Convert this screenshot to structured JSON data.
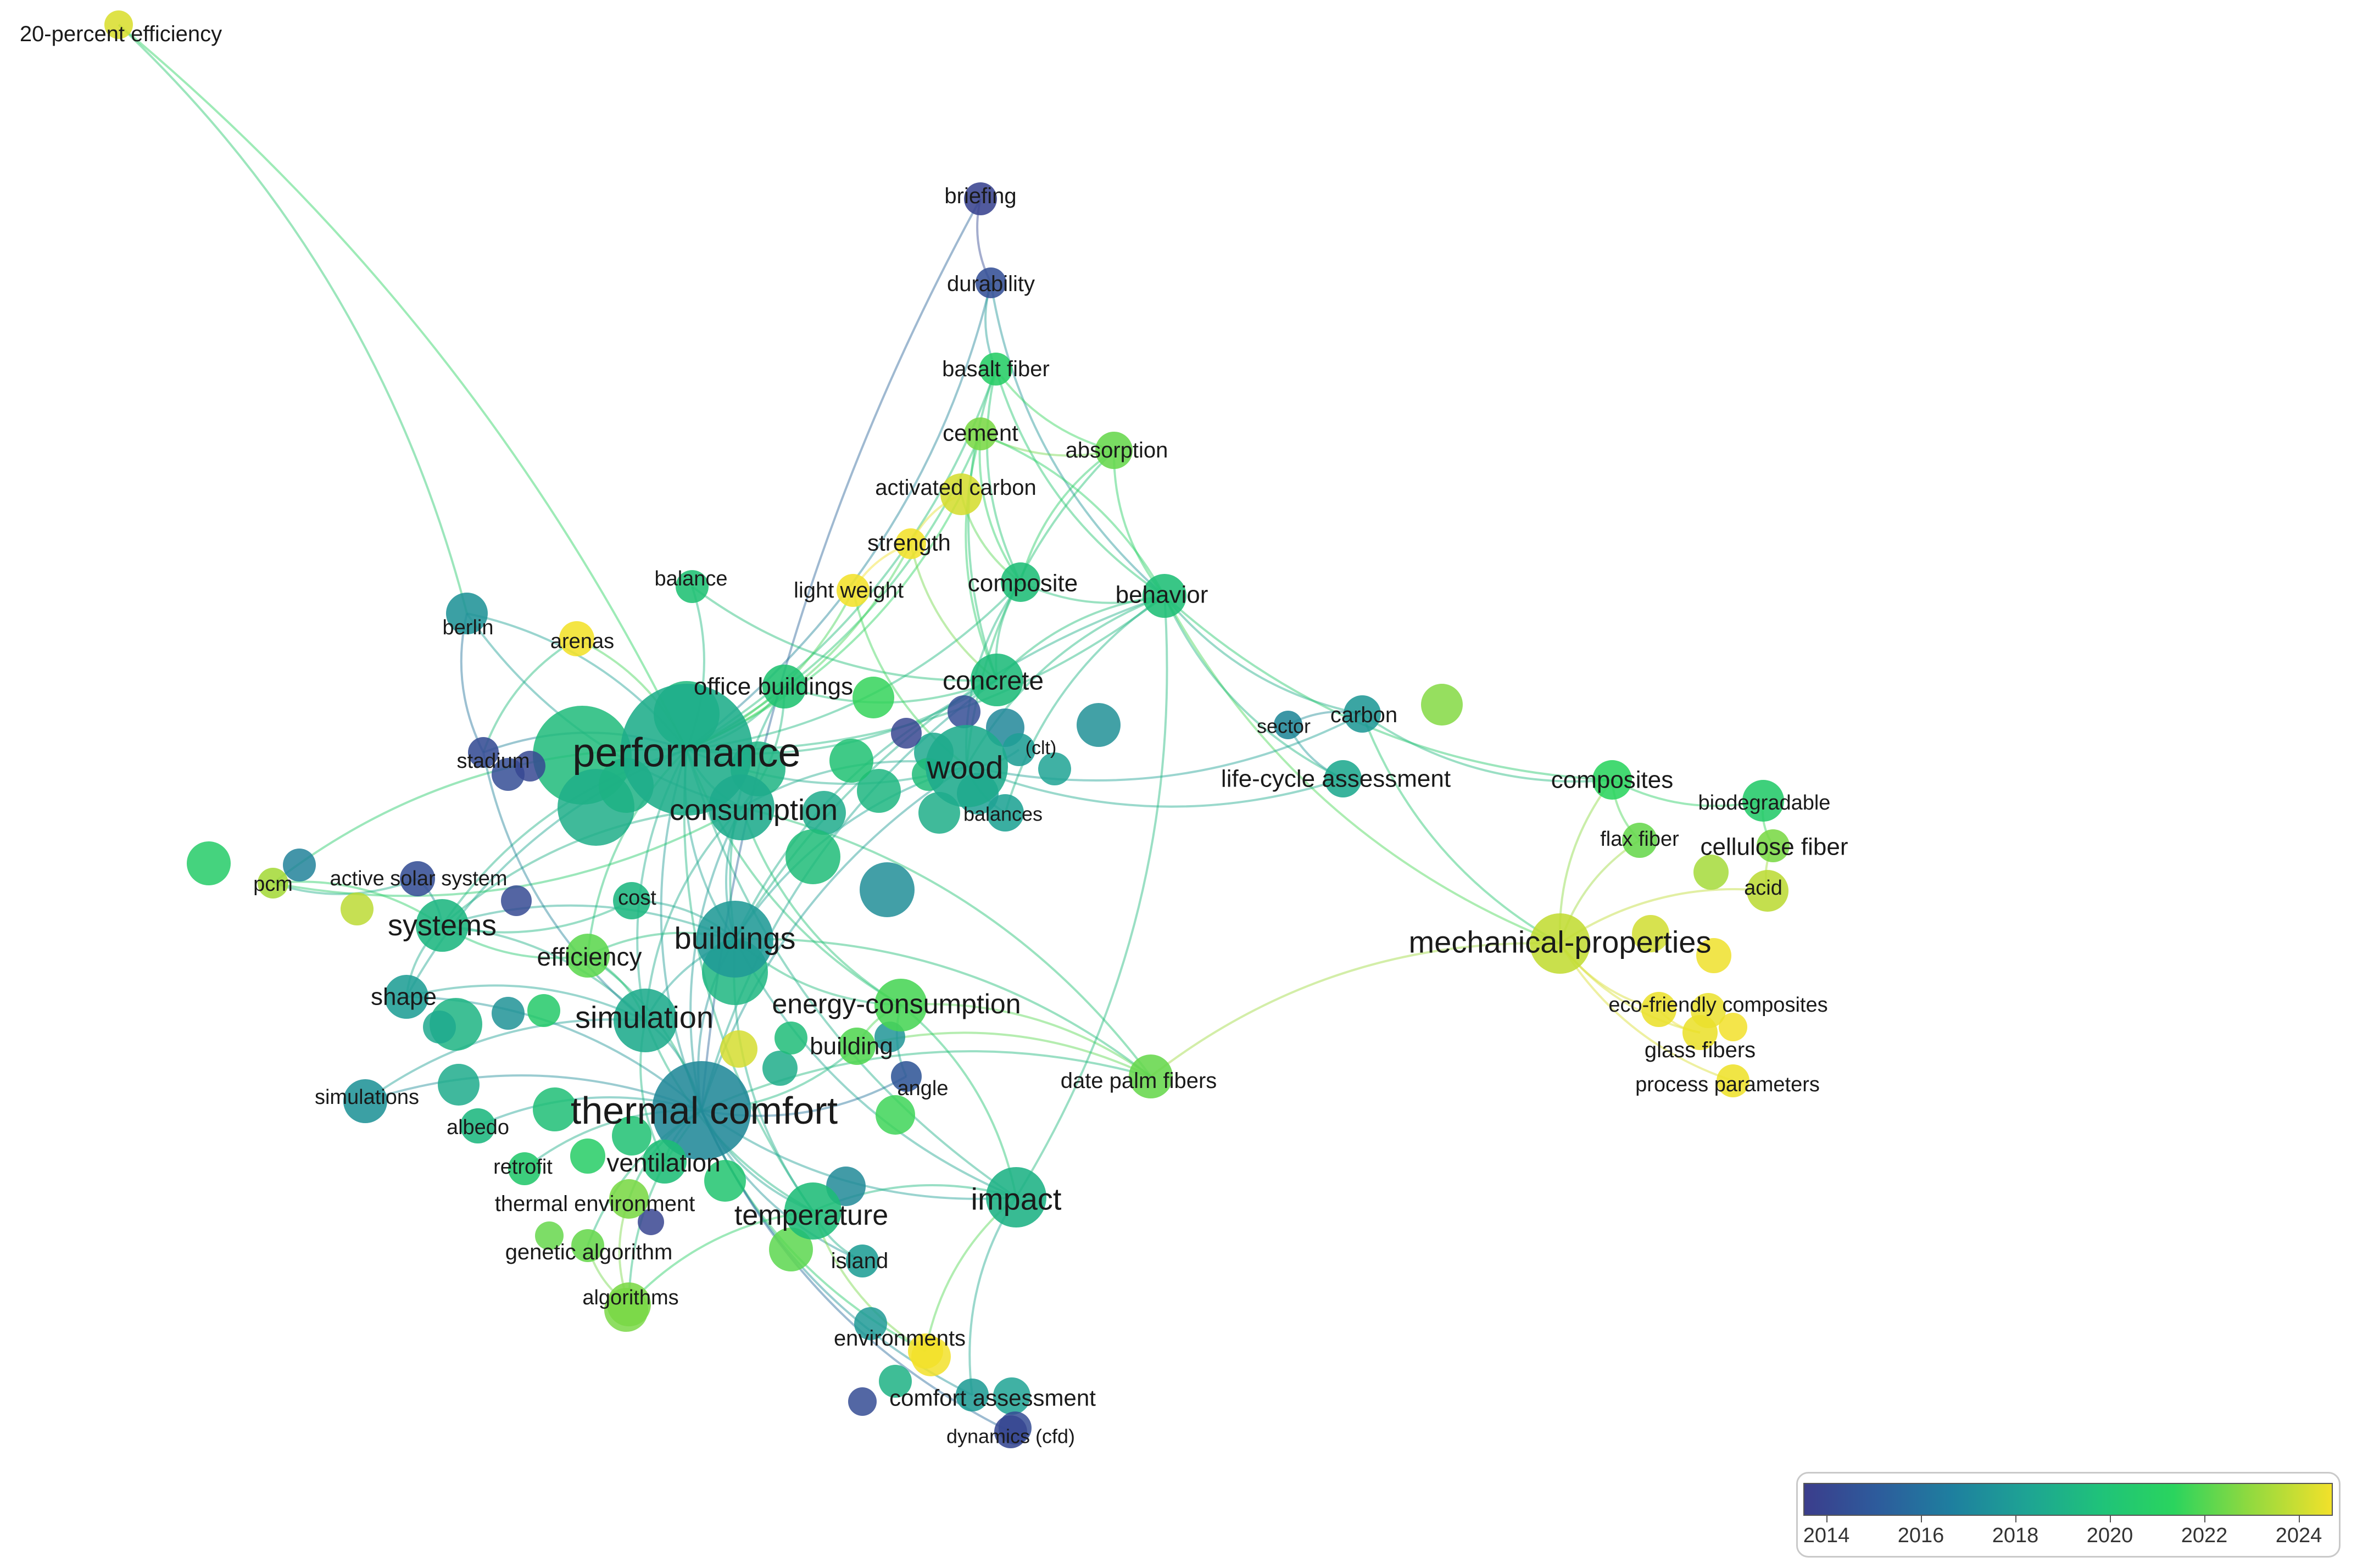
{
  "nodes": [
    {
      "label": "20-percent efficiency",
      "year": 2023.4
    },
    {
      "label": "briefing",
      "year": 2014.3
    },
    {
      "label": "durability",
      "year": 2015.0
    },
    {
      "label": "basalt fiber",
      "year": 2020.6
    },
    {
      "label": "cement",
      "year": 2021.8
    },
    {
      "label": "absorption",
      "year": 2021.6
    },
    {
      "label": "activated carbon",
      "year": 2023.3
    },
    {
      "label": "strength",
      "year": 2024.0
    },
    {
      "label": "balance",
      "year": 2019.8
    },
    {
      "label": "light weight",
      "year": 2024.0
    },
    {
      "label": "composite",
      "year": 2019.6
    },
    {
      "label": "behavior",
      "year": 2019.7
    },
    {
      "label": "berlin",
      "year": 2017.3
    },
    {
      "label": "arenas",
      "year": 2024.0
    },
    {
      "label": "office buildings",
      "year": 2020.0
    },
    {
      "label": "concrete",
      "year": 2019.4
    },
    {
      "label": "performance",
      "year": 2018.5
    },
    {
      "label": "(clt)",
      "year": 2017.8
    },
    {
      "label": "wood",
      "year": 2018.4
    },
    {
      "label": "stadium",
      "year": 2014.8
    },
    {
      "label": "consumption",
      "year": 2018.4
    },
    {
      "label": "balances",
      "year": 2018.0
    },
    {
      "label": "sector",
      "year": 2016.8
    },
    {
      "label": "carbon",
      "year": 2017.5
    },
    {
      "label": "life-cycle assessment",
      "year": 2018.3
    },
    {
      "label": "composites",
      "year": 2021.0
    },
    {
      "label": "biodegradable",
      "year": 2020.4
    },
    {
      "label": "flax fiber",
      "year": 2021.6
    },
    {
      "label": "cellulose fiber",
      "year": 2021.8
    },
    {
      "label": "acid",
      "year": 2022.8
    },
    {
      "label": "mechanical-properties",
      "year": 2022.9
    },
    {
      "label": "pcm",
      "year": 2022.4
    },
    {
      "label": "active solar system",
      "year": 2014.9
    },
    {
      "label": "cost",
      "year": 2019.0
    },
    {
      "label": "systems",
      "year": 2019.0
    },
    {
      "label": "efficiency",
      "year": 2021.5
    },
    {
      "label": "buildings",
      "year": 2017.6
    },
    {
      "label": "energy-consumption",
      "year": 2021.3
    },
    {
      "label": "shape",
      "year": 2017.8
    },
    {
      "label": "simulation",
      "year": 2018.4
    },
    {
      "label": "building",
      "year": 2021.4
    },
    {
      "label": "angle",
      "year": 2015.2
    },
    {
      "label": "date palm fibers",
      "year": 2021.6
    },
    {
      "label": "eco-friendly composites",
      "year": 2023.8
    },
    {
      "label": "glass fibers",
      "year": 2023.8
    },
    {
      "label": "process parameters",
      "year": 2023.9
    },
    {
      "label": "simulations",
      "year": 2017.3
    },
    {
      "label": "albedo",
      "year": 2019.1
    },
    {
      "label": "thermal comfort",
      "year": 2016.9
    },
    {
      "label": "retrofit",
      "year": 2020.3
    },
    {
      "label": "ventilation",
      "year": 2019.6
    },
    {
      "label": "thermal environment",
      "year": 2021.8
    },
    {
      "label": "temperature",
      "year": 2019.5
    },
    {
      "label": "impact",
      "year": 2018.8
    },
    {
      "label": "genetic algorithm",
      "year": 2021.6
    },
    {
      "label": "island",
      "year": 2017.8
    },
    {
      "label": "algorithms",
      "year": 2021.8
    },
    {
      "label": "environments",
      "year": 2024.0
    },
    {
      "label": "comfort assessment",
      "year": 2017.7
    },
    {
      "label": "dynamics (cfd)",
      "year": 2014.6
    }
  ],
  "legend": {
    "years": [
      "2014",
      "2016",
      "2018",
      "2020",
      "2022",
      "2024"
    ]
  }
}
